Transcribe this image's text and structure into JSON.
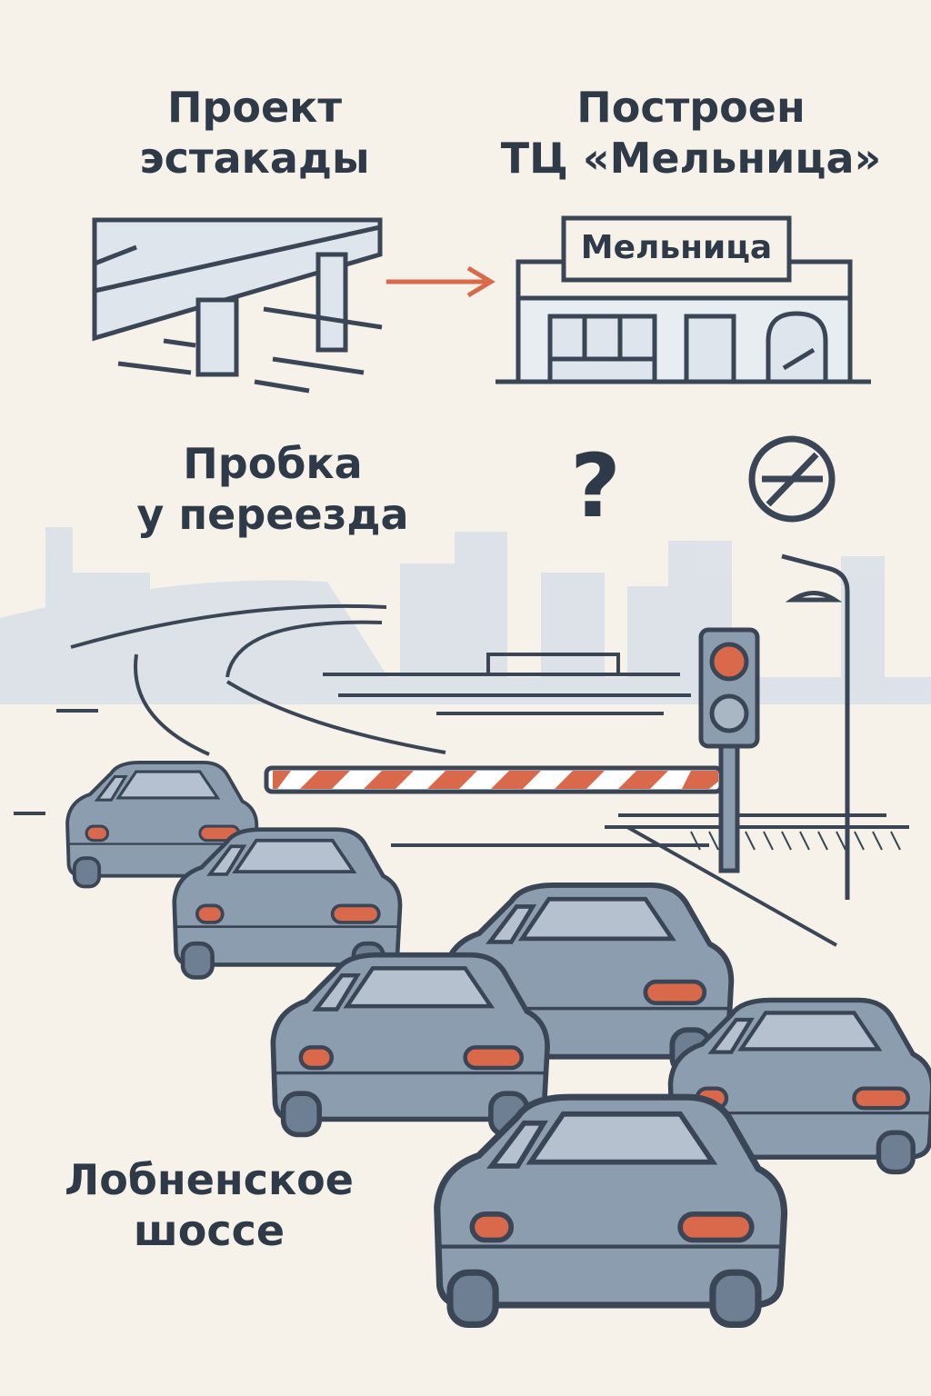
{
  "labels": {
    "overpass": "Проект\nэстакады",
    "mall": "Построен\nТЦ «Мельница»",
    "mall_sign": "Мельница",
    "jam": "Пробка\nу переезда",
    "question": "?",
    "road": "Лобненское\nшоссе"
  },
  "icons": [
    "overpass-icon",
    "arrow-right-icon",
    "mall-building-icon",
    "question-mark-icon",
    "no-entry-icon",
    "traffic-light-icon",
    "street-lamp-icon",
    "barrier-icon",
    "car-icon"
  ],
  "colors": {
    "background": "#f6f2ea",
    "stroke": "#3a4656",
    "car": "#8d9db0",
    "accent": "#d9694a",
    "city": "#d9e0e7"
  }
}
